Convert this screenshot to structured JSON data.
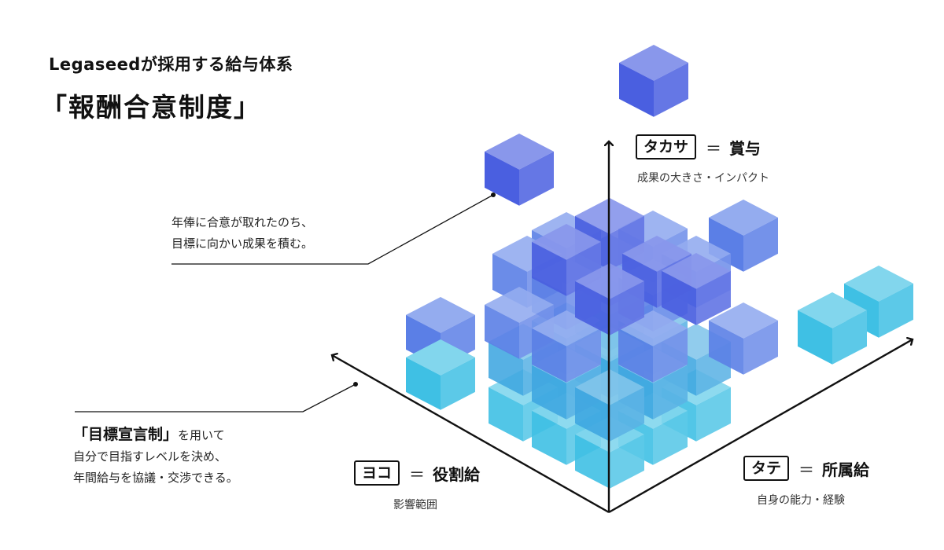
{
  "header": {
    "subtitle": "Legaseedが採用する給与体系",
    "title": "「報酬合意制度」"
  },
  "notes": {
    "top": {
      "line1": "年俸に合意が取れたのち、",
      "line2": "目標に向かい成果を積む。"
    },
    "bottom": {
      "head": "「目標宣言制」",
      "head_tail": "を用いて",
      "line1": "自分で目指すレベルを決め、",
      "line2": "年間給与を協議・交渉できる。"
    }
  },
  "axes": {
    "takasa": {
      "box": "タカサ",
      "eq": "＝",
      "name": "賞与",
      "sub": "成果の大きさ・インパクト"
    },
    "yoko": {
      "box": "ヨコ",
      "eq": "＝",
      "name": "役割給",
      "sub": "影響範囲"
    },
    "tate": {
      "box": "タテ",
      "eq": "＝",
      "name": "所属給",
      "sub": "自身の能力・経験"
    }
  },
  "colors": {
    "top_cube": "#4a5fe0",
    "mid_cube": "#5b7fe6",
    "low_cube": "#3fa6e0",
    "base_cube": "#3fc0e4",
    "line": "#111111"
  }
}
